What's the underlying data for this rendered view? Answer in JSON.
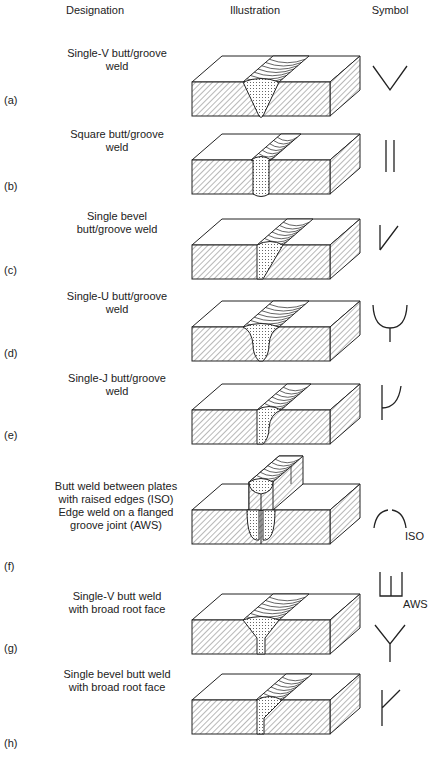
{
  "diagram": {
    "labels": [
      "Designation",
      "Illustration",
      "Symbol",
      "Single-V butt/groove weld",
      "(a)",
      "Square butt/groove weld",
      "(b)",
      "Single bevel butt/groove weld",
      "(c)",
      "Single-U butt/groove weld",
      "(d)",
      "Single-J butt/groove weld",
      "(e)",
      "Butt weld between plates with raised edges (ISO) Edge weld on a flanged groove joint (AWS)",
      "(f)",
      "ISO",
      "AWS",
      "Single-V butt weld with broad root face",
      "(g)",
      "Single bevel butt weld with broad root face",
      "(h)"
    ]
  }
}
